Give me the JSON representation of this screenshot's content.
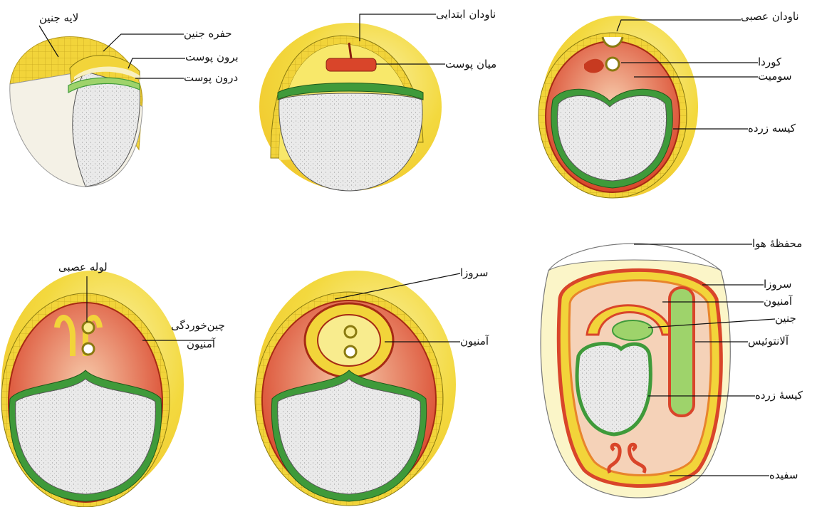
{
  "labels": {
    "embryonic_layer": "لایه جنین",
    "embryonic_cavity": "حفره جنین",
    "ectoderm": "برون پوست",
    "endoderm": "درون پوست",
    "primitive_streak": "ناودان ابتدایی",
    "mesoderm": "میان پوست",
    "neural_groove": "ناودان عصبی",
    "notochord": "کوردا",
    "somite": "سومیت",
    "yolk_sac_1": "کیسه زرده",
    "neural_tube": "لوله عصبی",
    "folding": "چین‌خوردگی",
    "amnion_1": "آمنیون",
    "serosa_1": "سروزا",
    "amnion_2": "آمنیون",
    "air_cell": "محفظهٔ هوا",
    "serosa_2": "سروزا",
    "amnion_3": "آمنیون",
    "embryo": "جنین",
    "allantois": "آلانتوئیس",
    "yolk_sac_2": "کیسهٔ زرده",
    "albumen": "سفیده"
  },
  "colors": {
    "yolk_outer": "#f2d43a",
    "yolk_pale": "#f8ec8e",
    "mesoderm_red": "#d9452a",
    "ectoderm_orange": "#e8842c",
    "endoderm_green": "#3f9a3a",
    "green_light": "#9ed36b",
    "yolk_gray": "#e6e6e6"
  }
}
